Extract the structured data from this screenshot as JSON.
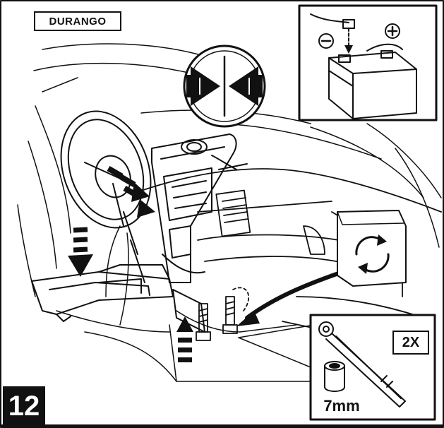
{
  "vehicle_label": "DURANGO",
  "step_number": "12",
  "quantity_badge": "2X",
  "socket_size": "7mm",
  "icons": {
    "battery": "battery-negative-disconnect-icon",
    "negative_terminal": "minus-circle-icon",
    "positive_terminal": "plus-circle-icon",
    "pull_apart": "pull-apart-arrows-icon",
    "rotate": "rotate-arrows-icon",
    "ratchet": "ratchet-wrench-icon",
    "socket": "socket-icon"
  },
  "colors": {
    "ink": "#111111",
    "paper": "#ffffff"
  }
}
